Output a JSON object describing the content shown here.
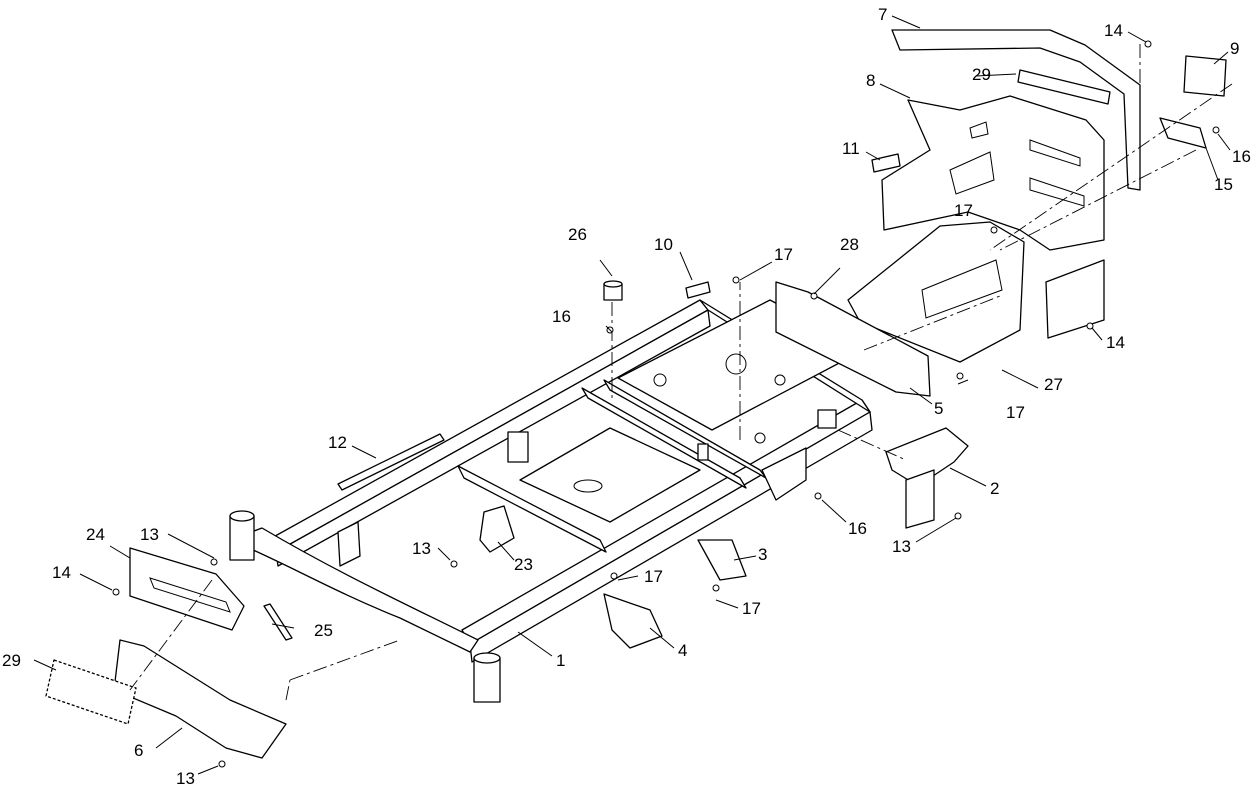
{
  "callouts": [
    {
      "label": "1"
    },
    {
      "label": "2"
    },
    {
      "label": "3"
    },
    {
      "label": "4"
    },
    {
      "label": "5"
    },
    {
      "label": "6"
    },
    {
      "label": "7"
    },
    {
      "label": "8"
    },
    {
      "label": "9"
    },
    {
      "label": "10"
    },
    {
      "label": "11"
    },
    {
      "label": "12"
    },
    {
      "label": "13"
    },
    {
      "label": "13"
    },
    {
      "label": "13"
    },
    {
      "label": "13"
    },
    {
      "label": "14"
    },
    {
      "label": "14"
    },
    {
      "label": "14"
    },
    {
      "label": "15"
    },
    {
      "label": "16"
    },
    {
      "label": "16"
    },
    {
      "label": "16"
    },
    {
      "label": "17"
    },
    {
      "label": "17"
    },
    {
      "label": "17"
    },
    {
      "label": "17"
    },
    {
      "label": "17"
    },
    {
      "label": "23"
    },
    {
      "label": "24"
    },
    {
      "label": "25"
    },
    {
      "label": "26"
    },
    {
      "label": "27"
    },
    {
      "label": "28"
    },
    {
      "label": "29"
    },
    {
      "label": "29"
    }
  ]
}
